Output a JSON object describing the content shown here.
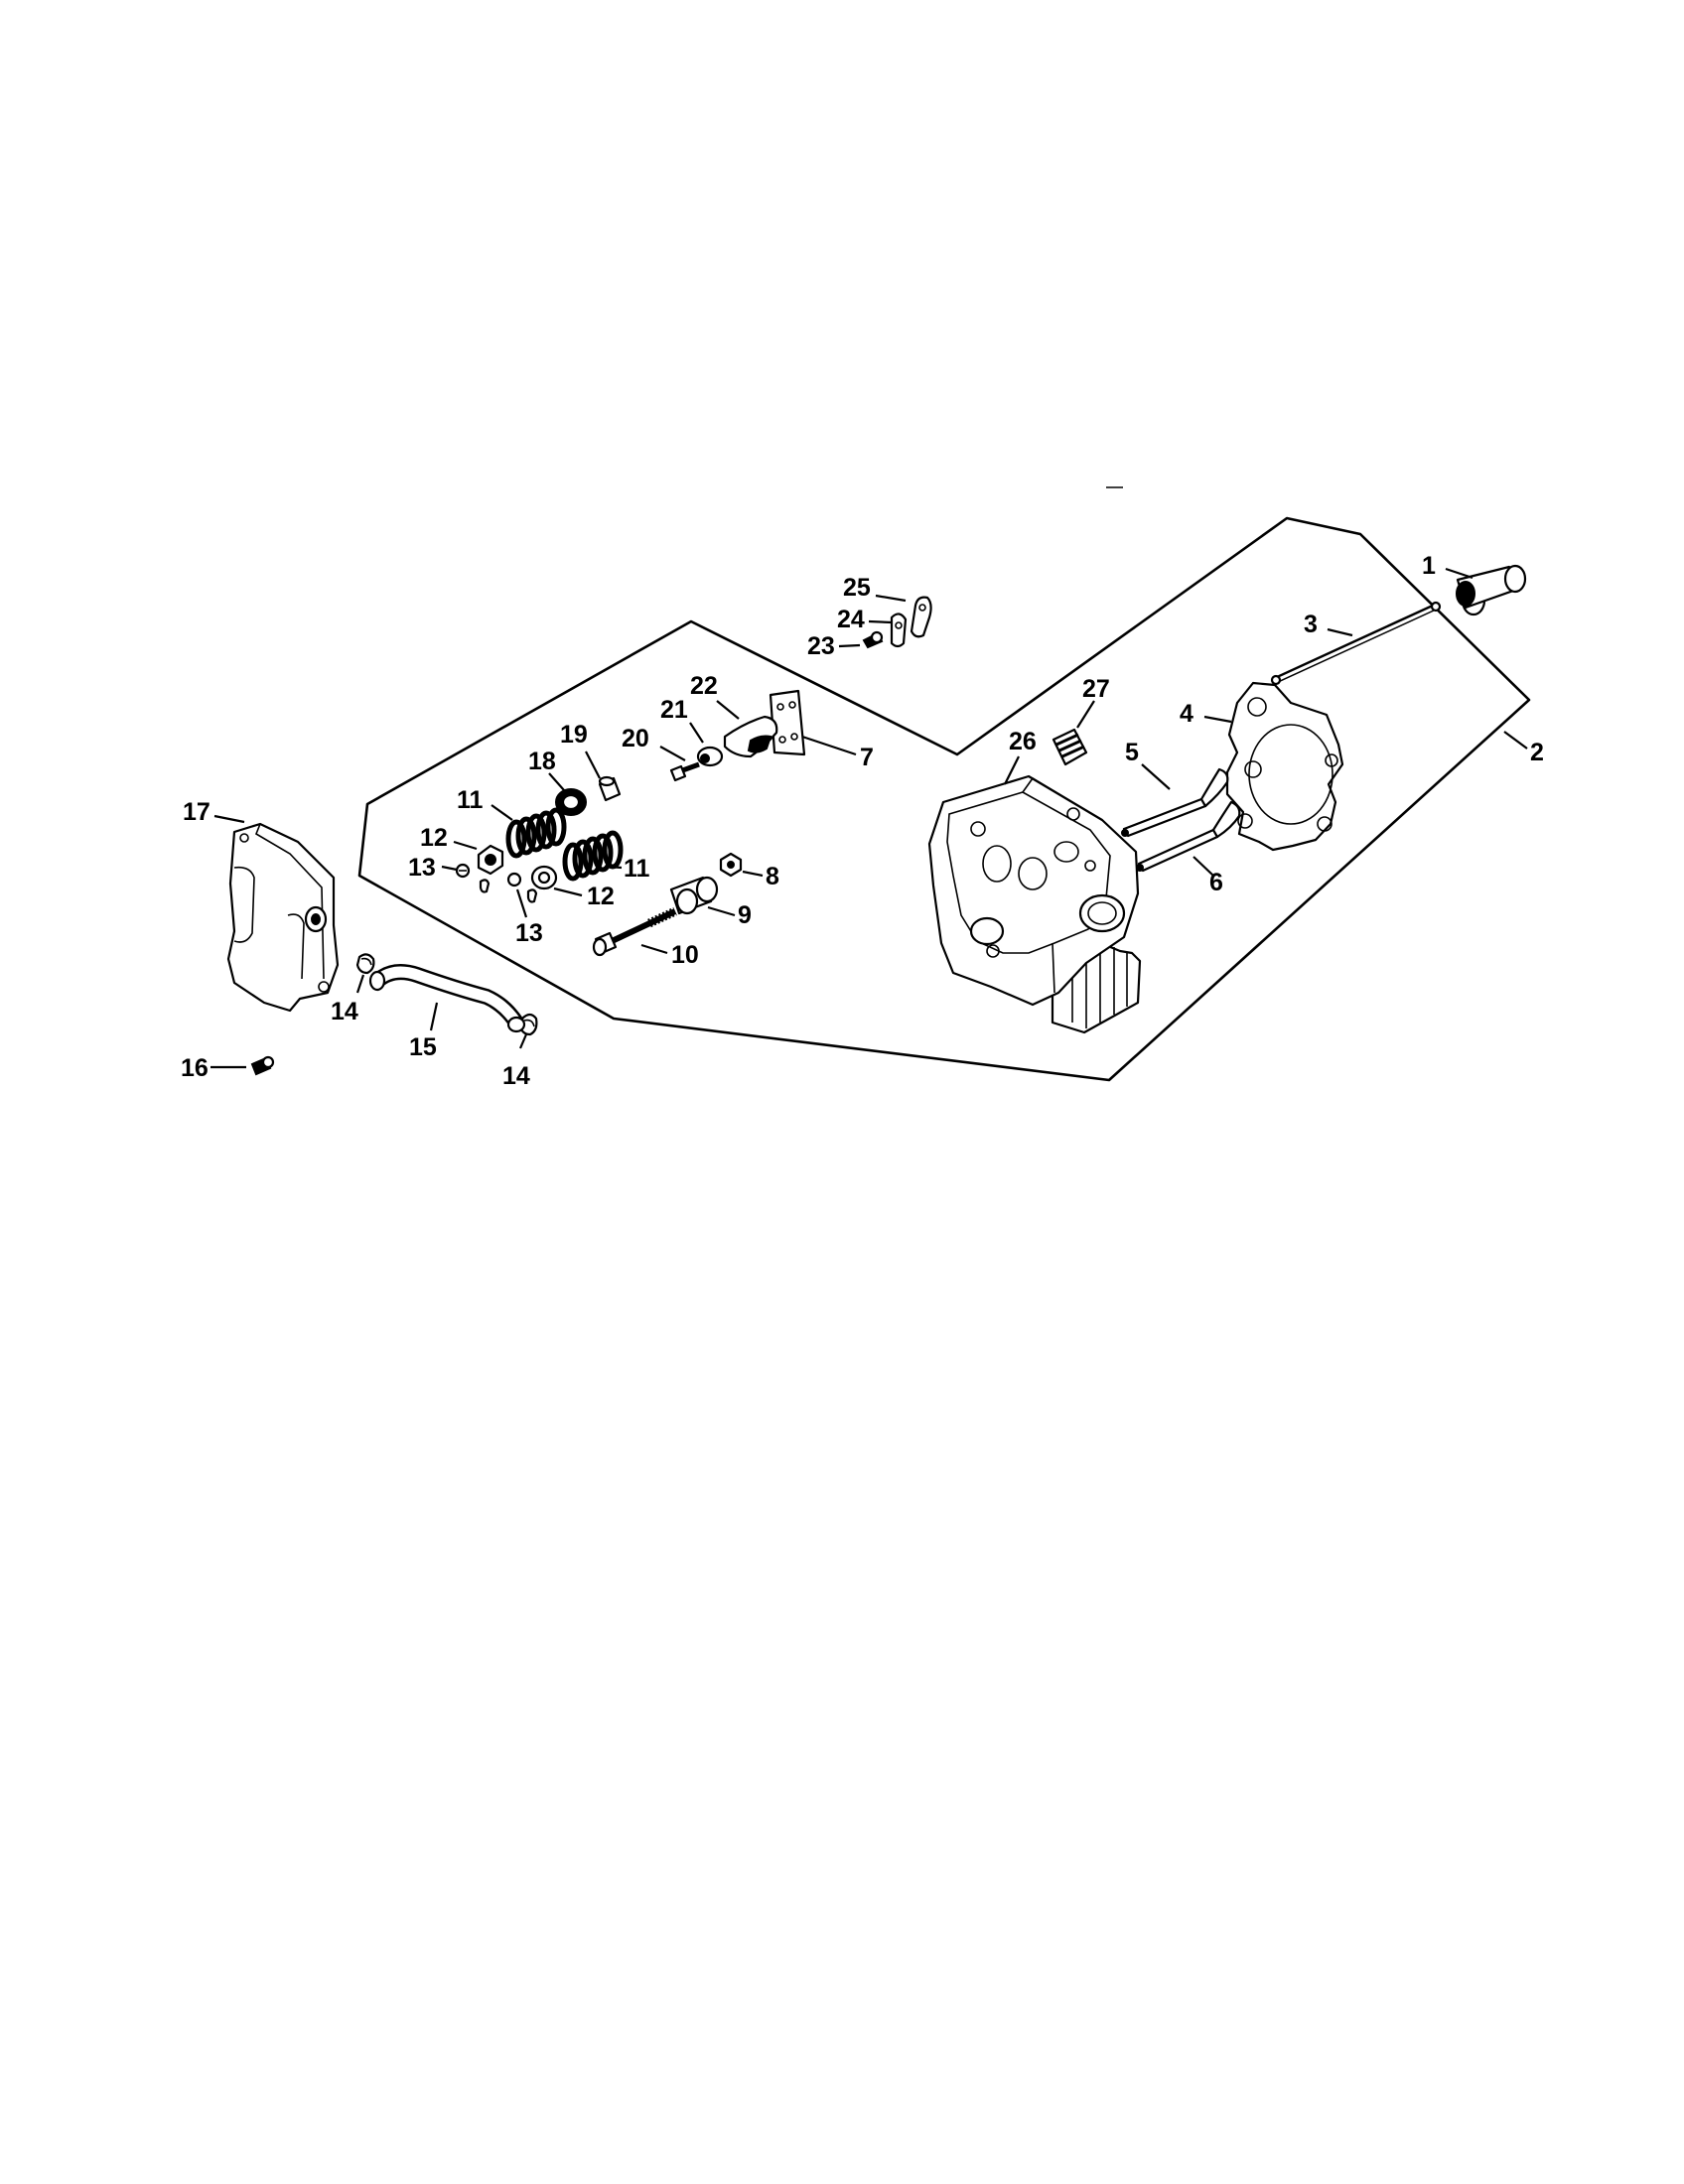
{
  "callouts": {
    "c1": "1",
    "c2": "2",
    "c3": "3",
    "c4": "4",
    "c5": "5",
    "c6": "6",
    "c7": "7",
    "c8": "8",
    "c9": "9",
    "c10": "10",
    "c11a": "11",
    "c11b": "11",
    "c12a": "12",
    "c12b": "12",
    "c13a": "13",
    "c13b": "13",
    "c14a": "14",
    "c14b": "14",
    "c15": "15",
    "c16": "16",
    "c17": "17",
    "c18": "18",
    "c19": "19",
    "c20": "20",
    "c21": "21",
    "c22": "22",
    "c23": "23",
    "c24": "24",
    "c25": "25",
    "c26": "26",
    "c27": "27"
  }
}
